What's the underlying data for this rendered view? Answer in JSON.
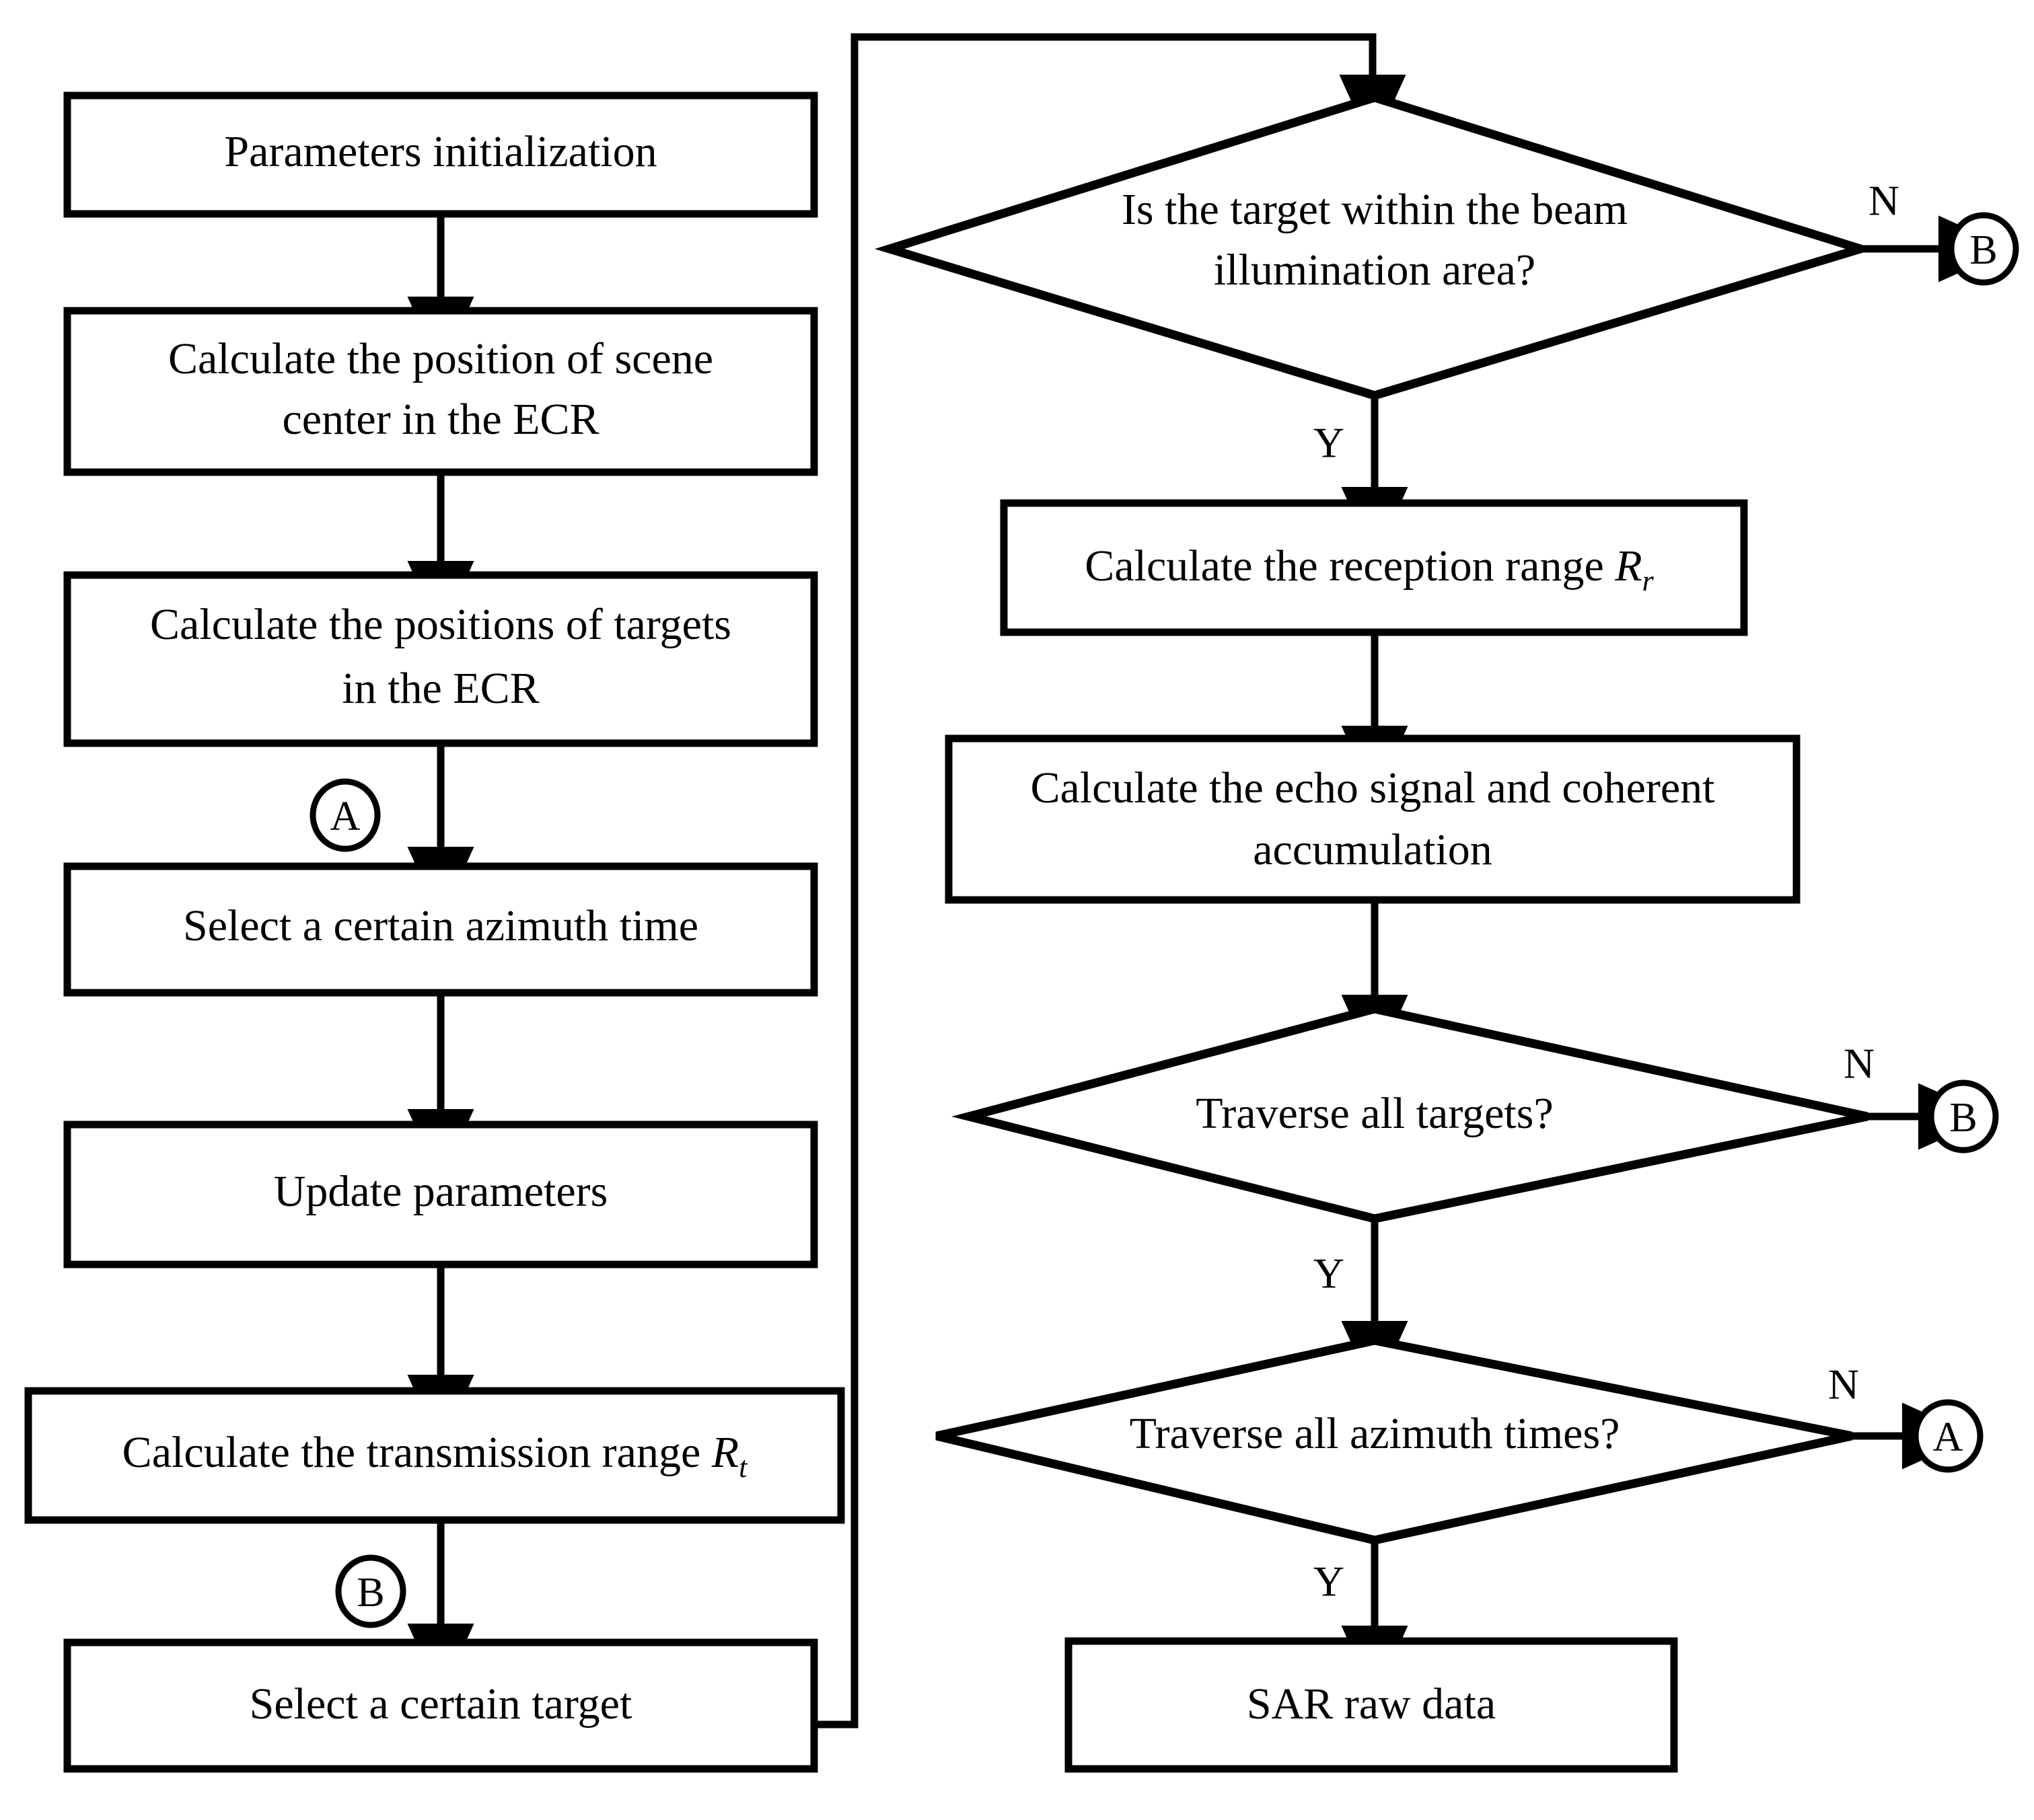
{
  "diagram": {
    "type": "flowchart",
    "title": "SAR raw data generation flowchart",
    "orientation": "two-column",
    "stroke_color": "#000000",
    "fill_color": "#ffffff",
    "background": "#ffffff"
  },
  "nodes": {
    "parameters_initialization": {
      "label": "Parameters initialization",
      "shape": "process"
    },
    "scene_center_line1": {
      "label": "Calculate the position of  scene",
      "shape": "process"
    },
    "scene_center_line2": {
      "label": "center in the ECR"
    },
    "target_positions_line1": {
      "label": "Calculate the positions of targets",
      "shape": "process"
    },
    "target_positions_line2": {
      "label": "in the ECR"
    },
    "select_azimuth_time": {
      "label": "Select a certain azimuth time",
      "shape": "process"
    },
    "update_parameters": {
      "label": "Update parameters",
      "shape": "process"
    },
    "transmission_range": {
      "label": "Calculate the transmission range",
      "symbol": "R",
      "subscript": "t",
      "shape": "process"
    },
    "select_target": {
      "label": "Select a certain target",
      "shape": "process"
    },
    "beam_check_line1": {
      "label": "Is the target within the beam",
      "shape": "decision"
    },
    "beam_check_line2": {
      "label": "illumination area?"
    },
    "reception_range": {
      "label": "Calculate the reception range",
      "symbol": "R",
      "subscript": "r",
      "shape": "process"
    },
    "echo_signal_line1": {
      "label": "Calculate the echo signal and coherent",
      "shape": "process"
    },
    "echo_signal_line2": {
      "label": "accumulation"
    },
    "traverse_targets": {
      "label": "Traverse all targets?",
      "shape": "decision"
    },
    "traverse_azimuth": {
      "label": "Traverse all azimuth times?",
      "shape": "decision"
    },
    "sar_raw_data": {
      "label": "SAR raw  data",
      "shape": "process"
    }
  },
  "connectors": {
    "a_after_targets": {
      "label": "A",
      "shape": "circle"
    },
    "a_from_azimuth": {
      "label": "A",
      "shape": "circle"
    },
    "b_after_transmission": {
      "label": "B",
      "shape": "circle"
    },
    "b_from_beam": {
      "label": "B",
      "shape": "circle"
    },
    "b_from_targets": {
      "label": "B",
      "shape": "circle"
    }
  },
  "edge_labels": {
    "beam_no": "N",
    "beam_yes": "Y",
    "targets_no": "N",
    "targets_yes": "Y",
    "azimuth_no": "N",
    "azimuth_yes": "Y"
  }
}
